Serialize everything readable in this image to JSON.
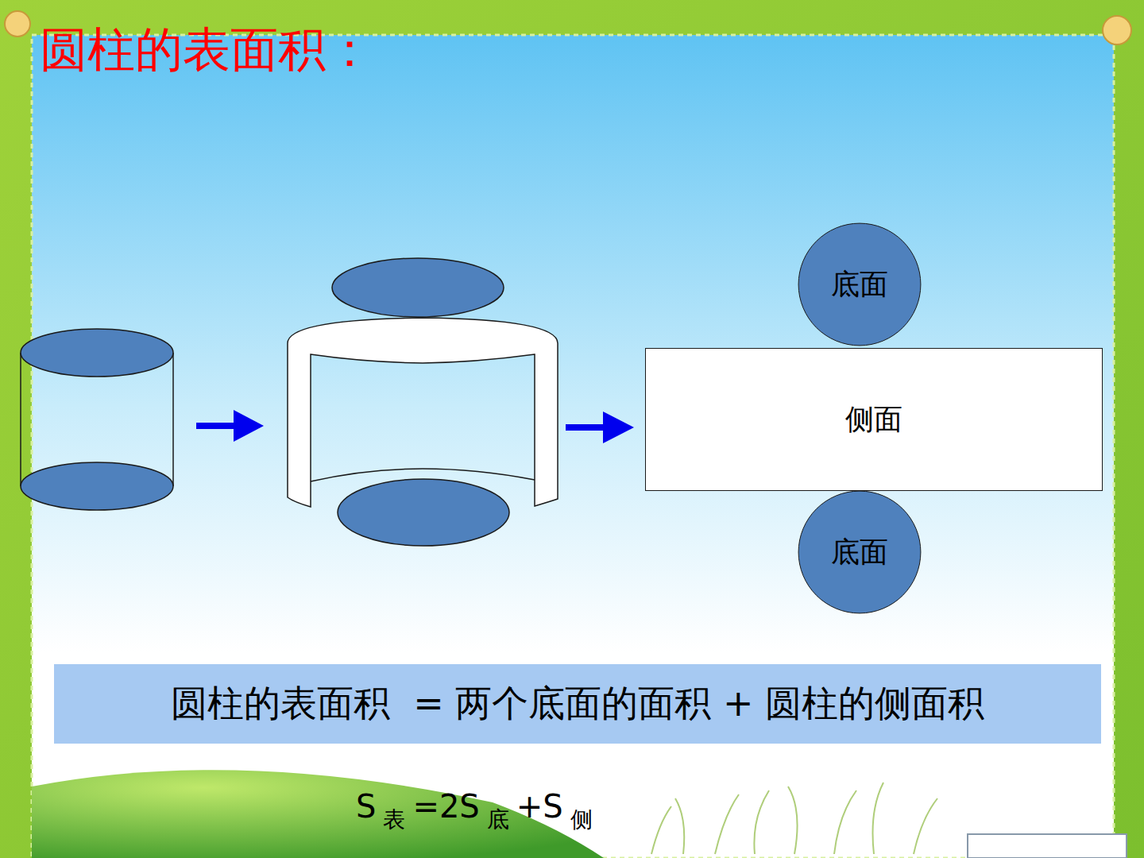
{
  "diagram": {
    "title": "圆柱的表面积：",
    "nodes": [
      {
        "text": [
          "底面"
        ]
      },
      {
        "text": [
          "侧面"
        ]
      },
      {
        "text": [
          "底面"
        ]
      },
      {
        "text": [
          "圆柱的表面积  = 两个底面的面积 + 圆柱的侧面积"
        ]
      }
    ],
    "labels": [
      "S",
      "表",
      "=2S",
      "底",
      "+S",
      "侧"
    ]
  }
}
